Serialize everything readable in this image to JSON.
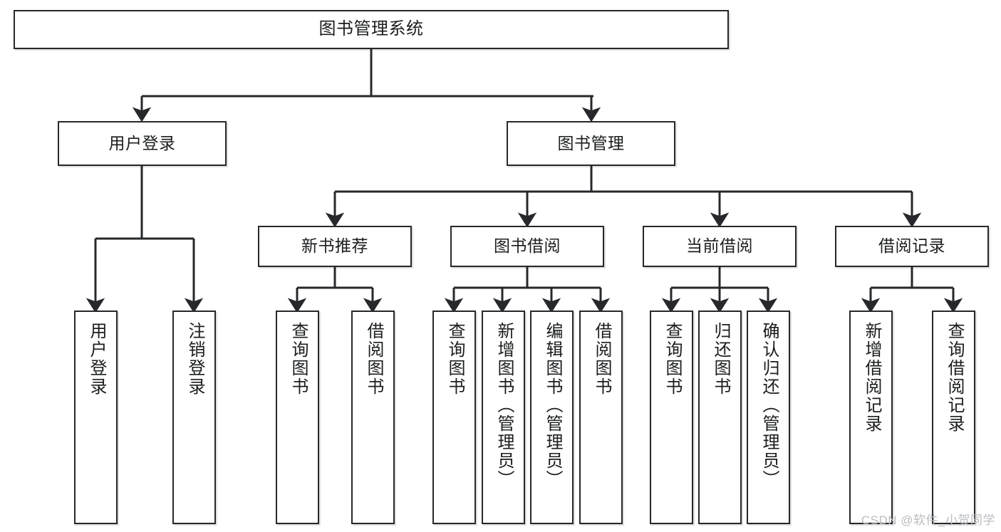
{
  "diagram": {
    "title": "图书管理系统",
    "type": "hierarchy-tree",
    "orientation": "top-down",
    "colors": {
      "box_border": "#26282b",
      "box_fill": "#ffffff",
      "link": "#26282b",
      "text": "#1b1d1f",
      "watermark": "#b9bcc0",
      "background": "#ffffff"
    }
  },
  "root": {
    "label": "图书管理系统"
  },
  "level2": [
    {
      "label": "用户登录"
    },
    {
      "label": "图书管理"
    }
  ],
  "level3": [
    {
      "label": "新书推荐"
    },
    {
      "label": "图书借阅"
    },
    {
      "label": "当前借阅"
    },
    {
      "label": "借阅记录"
    }
  ],
  "leaves": {
    "user_login": [
      {
        "label": "用户登录"
      },
      {
        "label": "注销登录"
      }
    ],
    "new_book_recommend": [
      {
        "label": "查询图书"
      },
      {
        "label": "借阅图书"
      }
    ],
    "book_borrow": [
      {
        "label": "查询图书"
      },
      {
        "label": "新增图书（管理员）"
      },
      {
        "label": "编辑图书（管理员）"
      },
      {
        "label": "借阅图书"
      }
    ],
    "current_borrow": [
      {
        "label": "查询图书"
      },
      {
        "label": "归还图书"
      },
      {
        "label": "确认归还（管理员）"
      }
    ],
    "borrow_record": [
      {
        "label": "新增借阅记录"
      },
      {
        "label": "查询借阅记录"
      }
    ]
  },
  "watermark": {
    "text": "CSDN @软件_小贺同学"
  }
}
